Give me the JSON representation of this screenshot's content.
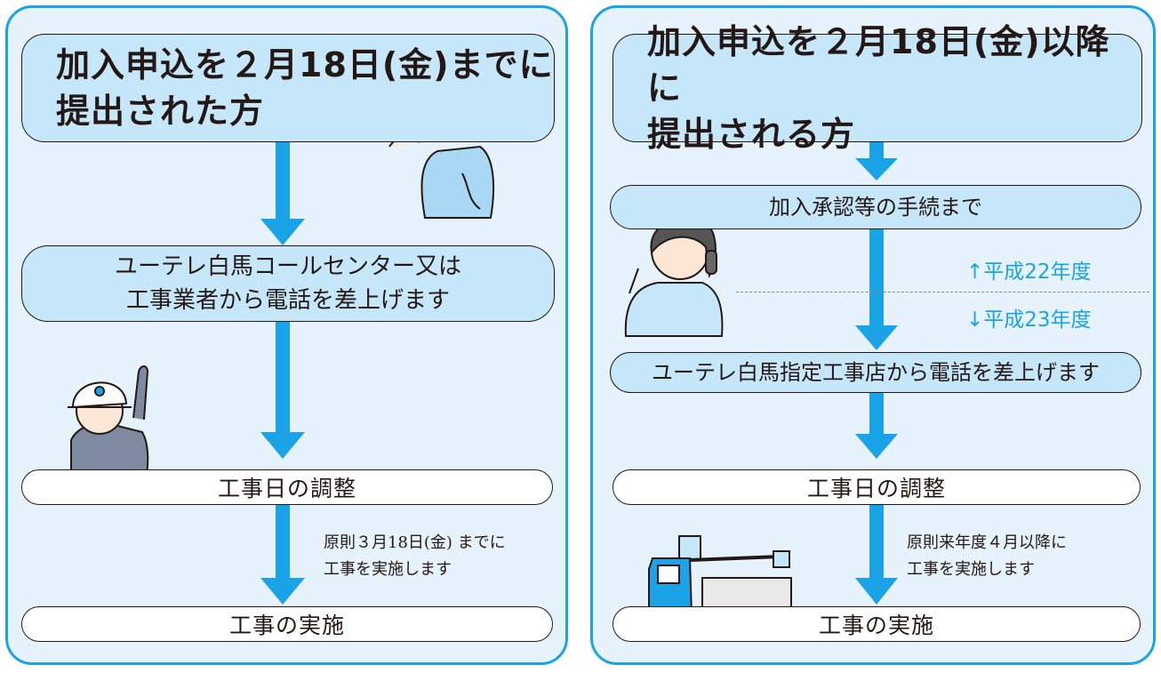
{
  "left": {
    "heading": "加入申込を２月18日(金)までに\n提出された方",
    "contact": "ユーテレ白馬コールセンター又は\n工事業者から電話を差上げます",
    "schedule": "工事日の調整",
    "note": "原則３月18日(金) までに\n工事を実施します",
    "implementation": "工事の実施"
  },
  "right": {
    "heading": "加入申込を２月18日(金)以降に\n提出される方",
    "approval": "加入承認等の手続まで",
    "fy_current": "↑平成22年度",
    "fy_next": "↓平成23年度",
    "contact": "ユーテレ白馬指定工事店から電話を差上げます",
    "schedule": "工事日の調整",
    "note": "原則来年度４月以降に\n工事を実施します",
    "implementation": "工事の実施"
  },
  "colors": {
    "accent": "#1ba3e8",
    "panel_bg": "#e6f3fc",
    "box_fill": "#c6e6fa",
    "text": "#231815"
  },
  "illustrations": [
    "woman-on-phone-illustration",
    "office-worker-on-phone-illustration",
    "construction-worker-illustration",
    "bucket-truck-illustration"
  ]
}
